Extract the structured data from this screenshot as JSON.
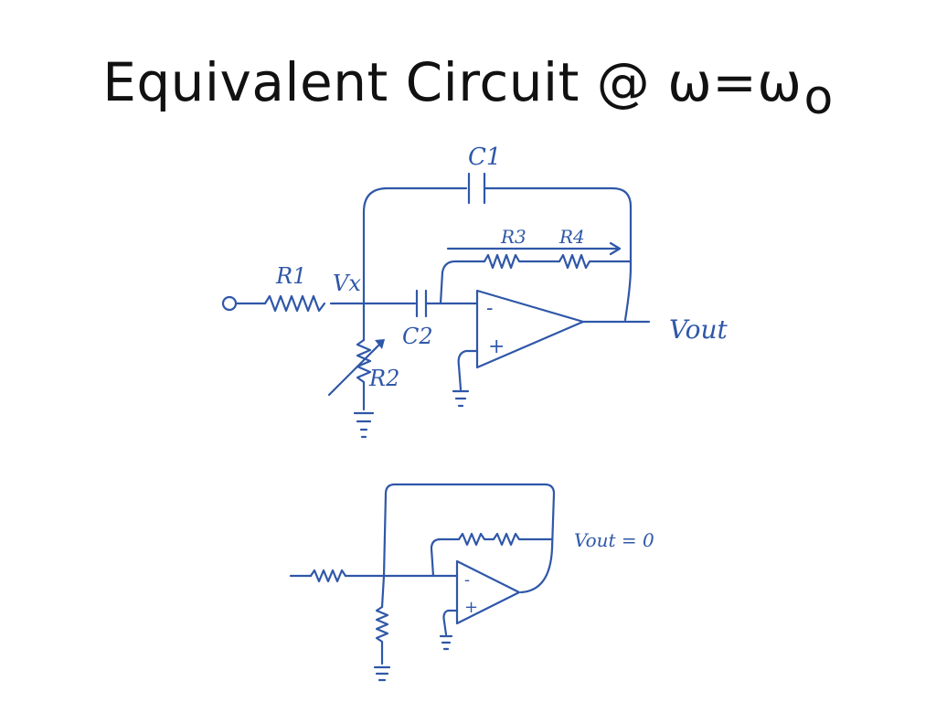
{
  "slide": {
    "title": "Equivalent Circuit @ ω=ω",
    "title_subscript": "o"
  },
  "circuit_top": {
    "labels": {
      "c1": "C1",
      "c2": "C2",
      "r1": "R1",
      "r2": "R2",
      "r3": "R3",
      "r4": "R4",
      "vx": "Vx",
      "vout": "Vout",
      "minus": "-",
      "plus": "+"
    }
  },
  "circuit_bottom": {
    "labels": {
      "vout_eq": "Vout = 0",
      "minus": "-",
      "plus": "+"
    }
  },
  "colors": {
    "ink": "#2f57a8",
    "title": "#111111",
    "background": "#ffffff"
  }
}
